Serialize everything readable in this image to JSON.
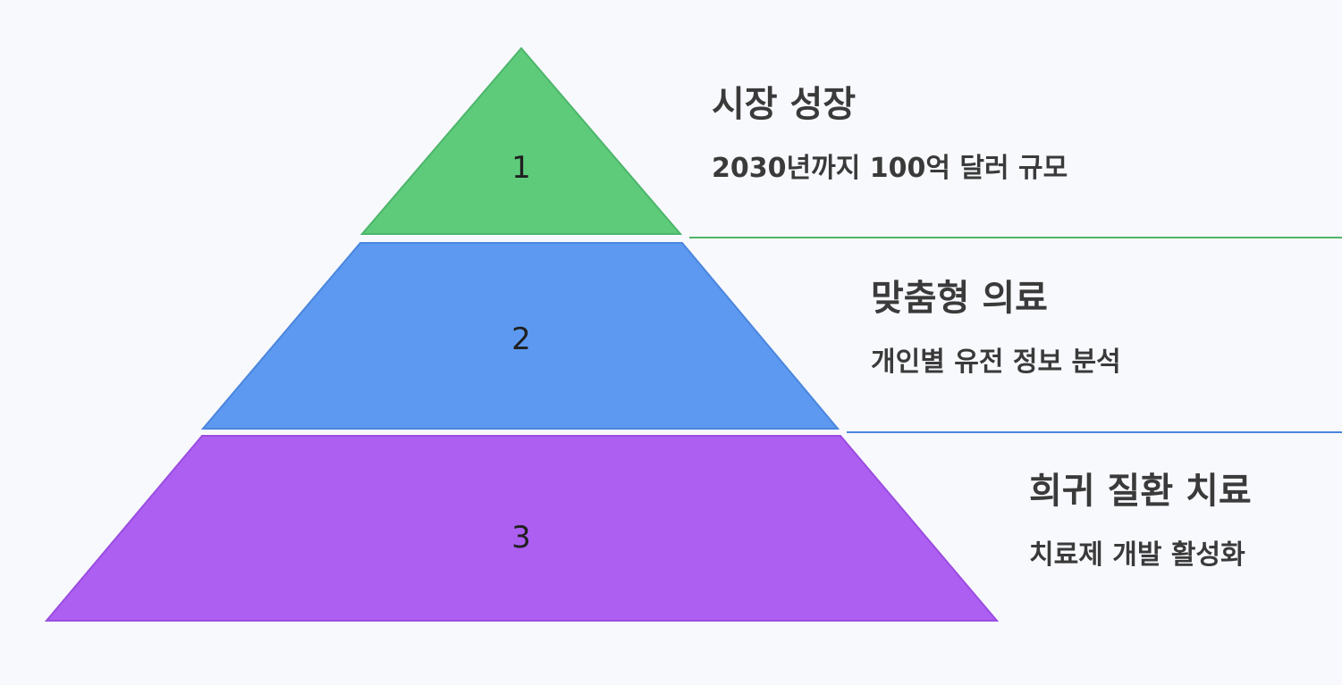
{
  "levels": [
    {
      "number": "1",
      "title": "시장 성장",
      "description": "2030년까지 100억 달러 규모",
      "fill": "#5ecb7b",
      "stroke": "#4cb56a"
    },
    {
      "number": "2",
      "title": "맞춤형 의료",
      "description": "개인별 유전 정보 분석",
      "fill": "#5d99f0",
      "stroke": "#4a86dc"
    },
    {
      "number": "3",
      "title": "희귀 질환 치료",
      "description": "치료제 개발 활성화",
      "fill": "#ad5ff2",
      "stroke": "#9a4de0"
    }
  ]
}
